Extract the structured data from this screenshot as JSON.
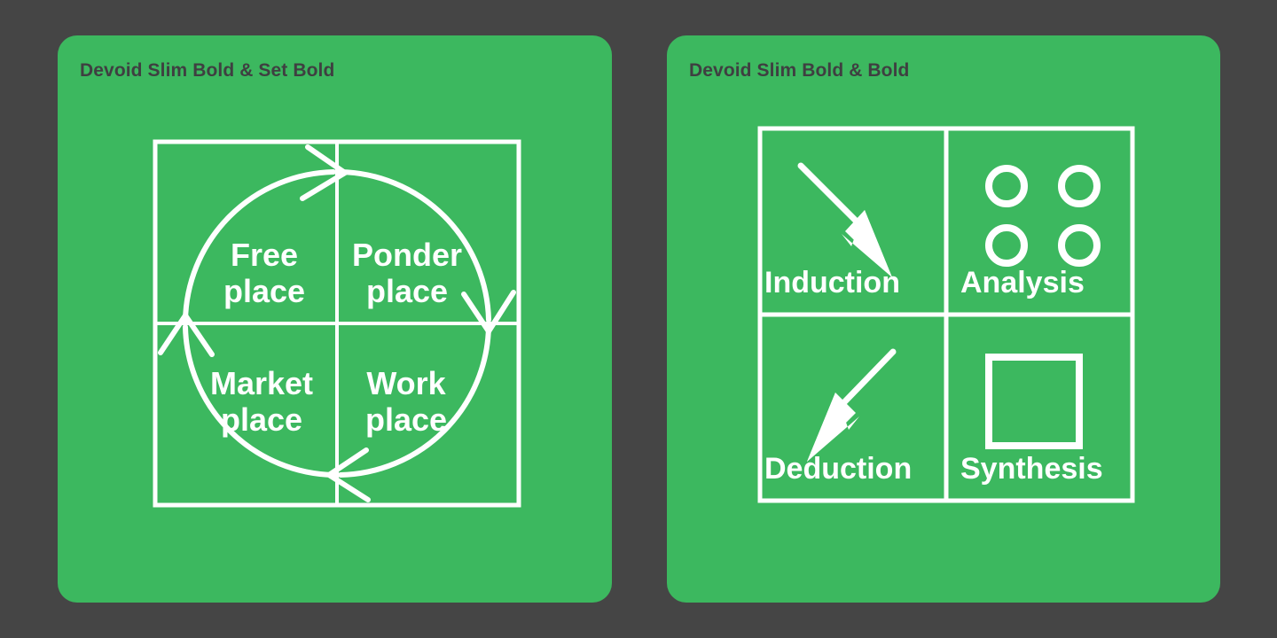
{
  "theme": {
    "background": "#454545",
    "card_fill": "#3cb85f",
    "title_color": "#3f3f41",
    "stroke_color": "#ffffff"
  },
  "cards": [
    {
      "id": "cycle",
      "title": "Devoid Slim Bold & Set Bold",
      "diagram": {
        "type": "cycle-quadrant",
        "shape": "square-with-cross-and-clockwise-circle-arrows",
        "arrow_count": 4,
        "arrow_direction": "clockwise",
        "quadrants": [
          {
            "position": "top-left",
            "line1": "Free",
            "line2": "place"
          },
          {
            "position": "top-right",
            "line1": "Ponder",
            "line2": "place"
          },
          {
            "position": "bottom-left",
            "line1": "Market",
            "line2": "place"
          },
          {
            "position": "bottom-right",
            "line1": "Work",
            "line2": "place"
          }
        ]
      }
    },
    {
      "id": "matrix",
      "title": "Devoid Slim Bold & Bold",
      "diagram": {
        "type": "four-quadrant-matrix",
        "shape": "square-divided-into-four-cells",
        "quadrants": [
          {
            "position": "top-left",
            "label": "Induction",
            "icon": "arrow-down-right-icon"
          },
          {
            "position": "top-right",
            "label": "Analysis",
            "icon": "four-circles-icon"
          },
          {
            "position": "bottom-left",
            "label": "Deduction",
            "icon": "arrow-down-left-icon"
          },
          {
            "position": "bottom-right",
            "label": "Synthesis",
            "icon": "square-outline-icon"
          }
        ]
      }
    }
  ]
}
